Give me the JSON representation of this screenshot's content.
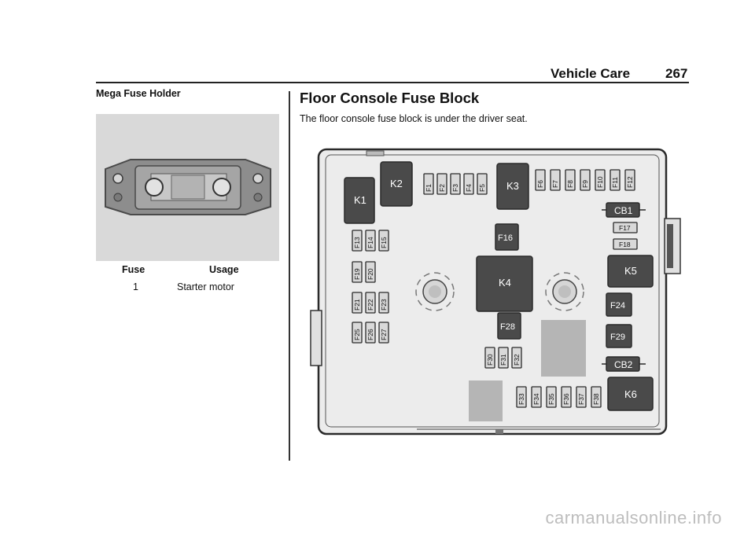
{
  "header": {
    "section": "Vehicle Care",
    "page_number": "267"
  },
  "left": {
    "heading": "Mega Fuse Holder",
    "table": {
      "col_fuse": "Fuse",
      "col_usage": "Usage",
      "rows": [
        {
          "fuse": "1",
          "usage": "Starter motor"
        }
      ]
    }
  },
  "right": {
    "title": "Floor Console Fuse Block",
    "body": "The floor console fuse block is under the driver seat."
  },
  "fuse_block": {
    "relays": {
      "k1": "K1",
      "k2": "K2",
      "k3": "K3",
      "k4": "K4",
      "k5": "K5",
      "k6": "K6"
    },
    "breakers": {
      "cb1": "CB1",
      "cb2": "CB2"
    },
    "large_fuses": {
      "f16": "F16",
      "f24": "F24",
      "f28": "F28",
      "f29": "F29"
    },
    "small_fuses": {
      "f1": "F1",
      "f2": "F2",
      "f3": "F3",
      "f4": "F4",
      "f5": "F5",
      "f6": "F6",
      "f7": "F7",
      "f8": "F8",
      "f9": "F9",
      "f10": "F10",
      "f11": "F11",
      "f12": "F12",
      "f13": "F13",
      "f14": "F14",
      "f15": "F15",
      "f17": "F17",
      "f18": "F18",
      "f19": "F19",
      "f20": "F20",
      "f21": "F21",
      "f22": "F22",
      "f23": "F23",
      "f25": "F25",
      "f26": "F26",
      "f27": "F27",
      "f30": "F30",
      "f31": "F31",
      "f32": "F32",
      "f33": "F33",
      "f34": "F34",
      "f35": "F35",
      "f36": "F36",
      "f37": "F37",
      "f38": "F38"
    }
  },
  "watermark": "carmanualsonline.info"
}
